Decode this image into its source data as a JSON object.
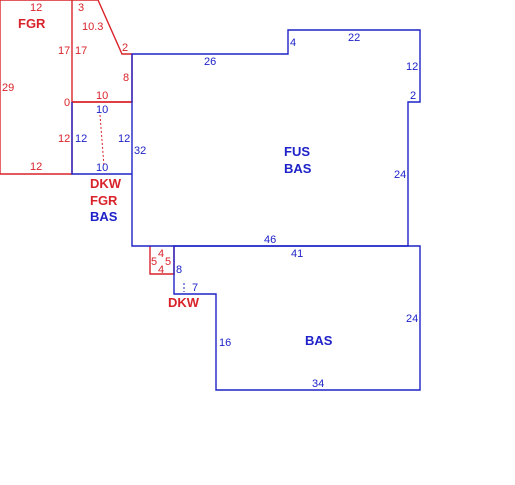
{
  "colors": {
    "red": "#d9232a",
    "blue": "#1e22c8"
  },
  "area_labels": {
    "fgr": "FGR",
    "fus": "FUS",
    "bas_upper": "BAS",
    "dkw_upper": "DKW",
    "fgr_middle": "FGR",
    "bas_middle": "BAS",
    "dkw_lower": "DKW",
    "bas_lower": "BAS"
  },
  "dimensions": {
    "fgr_top": "12",
    "fgr_left": "29",
    "fgr_bottom": "12",
    "fgr_right": "17",
    "slant_top": "3",
    "slant_len": "10.3",
    "slant_inner": "17",
    "slant_bottom": "2",
    "dkw_right_top": "8",
    "zero": "0",
    "dkw_top": "10",
    "dkw_mid": "10",
    "dkw_left": "12",
    "dkw_right": "12",
    "dkw_bottom": "10",
    "fus_top_left": "26",
    "fus_step_small": "4",
    "fus_top_right": "22",
    "fus_right_upper": "12",
    "fus_notch": "2",
    "fus_right_lower": "24",
    "fus_left": "32",
    "fus_bottom": "46",
    "bas_top": "41",
    "bas_right": "24",
    "bas_bottom": "34",
    "bas_left": "16",
    "bas_small_step": "8",
    "bas_step_run": "7",
    "dkw2_top": "4",
    "dkw2_left": "5",
    "dkw2_right": "5",
    "dkw2_bottom": "4"
  }
}
